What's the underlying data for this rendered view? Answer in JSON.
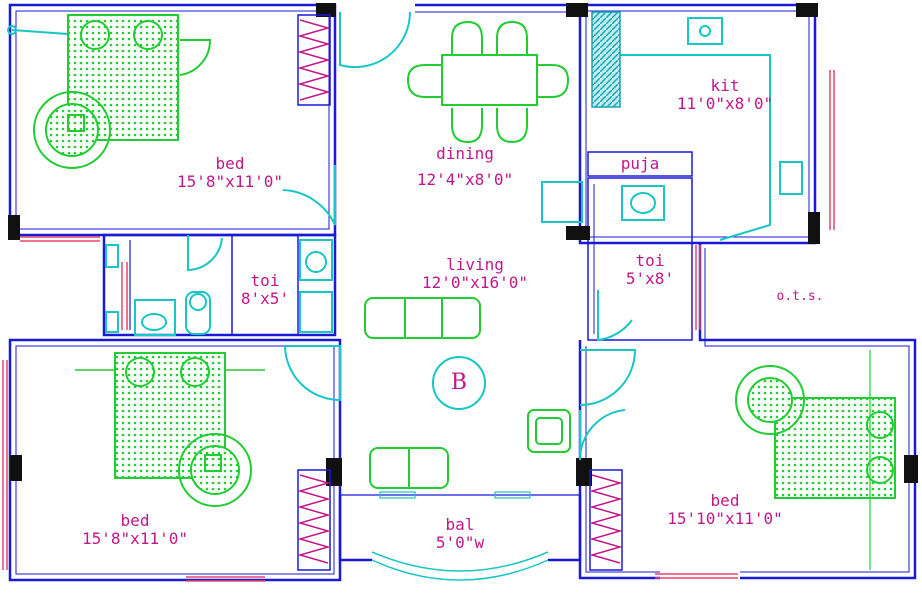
{
  "rooms": {
    "bed_top_left": {
      "name": "bed",
      "size": "15'8\"x11'0\""
    },
    "bed_bottom_left": {
      "name": "bed",
      "size": "15'8\"x11'0\""
    },
    "bed_right": {
      "name": "bed",
      "size": "15'10\"x11'0\""
    },
    "dining": {
      "name": "dining",
      "size": "12'4\"x8'0\""
    },
    "kitchen": {
      "name": "kit",
      "size": "11'0\"x8'0\""
    },
    "puja": {
      "name": "puja"
    },
    "toilet_left": {
      "name": "toi",
      "size": "8'x5'"
    },
    "toilet_right": {
      "name": "toi",
      "size": "5'x8'"
    },
    "living": {
      "name": "living",
      "size": "12'0\"x16'0\""
    },
    "balcony": {
      "name": "bal",
      "size": "5'0\"w"
    }
  },
  "ots_label": "o.t.s.",
  "block_label": "B",
  "colors": {
    "wall": "#1a1ad6",
    "door": "#19c6c6",
    "furniture": "#22cc33",
    "hatch": "#1aa3b0",
    "wardrobe": "#c2178a",
    "label": "#c2178a",
    "column": "#111111"
  }
}
